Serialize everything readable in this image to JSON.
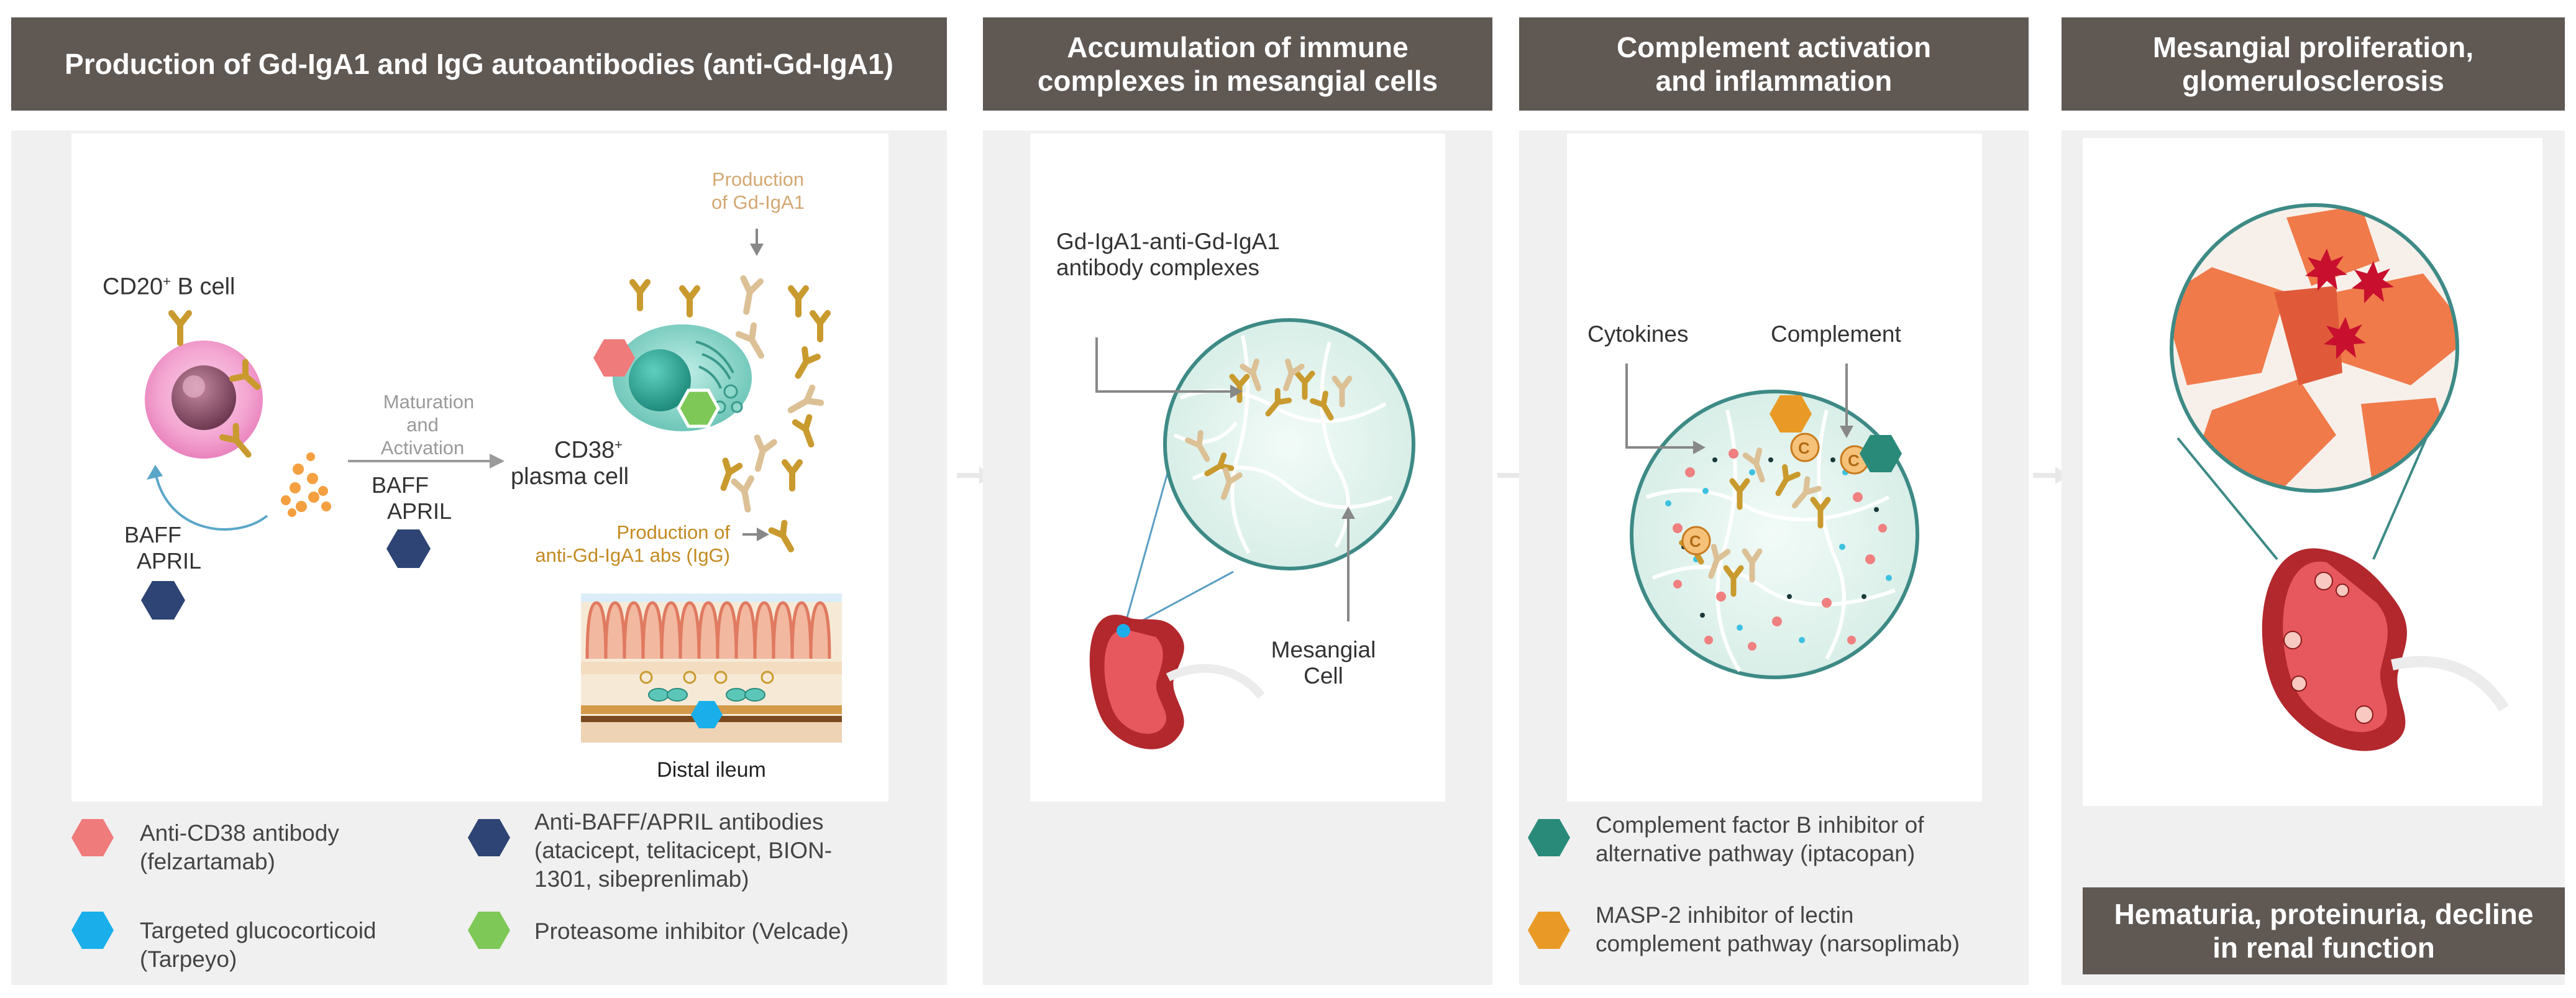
{
  "panels": [
    {
      "title": "Production of Gd-IgA1 and IgG autoantibodies (anti-Gd-IgA1)"
    },
    {
      "title_line1": "Accumulation of immune",
      "title_line2": "complexes in mesangial cells"
    },
    {
      "title_line1": "Complement activation",
      "title_line2": "and inflammation"
    },
    {
      "title_line1": "Mesangial proliferation,",
      "title_line2": "glomerulosclerosis"
    }
  ],
  "panel1": {
    "b_cell_label": "CD20",
    "b_cell_sup": "+",
    "b_cell_suffix": " B cell",
    "maturation_line1": "Maturation",
    "maturation_line2": "and Activation",
    "plasma_label_line1": "CD38",
    "plasma_sup": "+",
    "plasma_label_line2": "plasma cell",
    "baff_left_1": "BAFF",
    "april_left_1": "APRIL",
    "baff_left_2": "BAFF",
    "april_left_2": "APRIL",
    "prod_gd_line1": "Production",
    "prod_gd_line2": "of Gd-IgA1",
    "prod_abs_line1": "Production of",
    "prod_abs_line2": "anti-Gd-IgA1 abs (IgG)",
    "ileum_label": "Distal ileum"
  },
  "panel2": {
    "complex_line1": "Gd-IgA1-anti-Gd-IgA1",
    "complex_line2": "antibody complexes",
    "mesangial_line1": "Mesangial",
    "mesangial_line2": "Cell"
  },
  "panel3": {
    "cytokines": "Cytokines",
    "complement": "Complement",
    "c_letter": "C"
  },
  "panel4": {
    "footer_line1": "Hematuria, proteinuria, decline",
    "footer_line2": "in renal function"
  },
  "legend_left": [
    {
      "line1": "Anti-CD38 antibody",
      "line2": "(felzartamab)",
      "color": "#f07b7b"
    },
    {
      "line1": "Targeted glucocorticoid",
      "line2": "(Tarpeyo)",
      "color": "#1aafea"
    }
  ],
  "legend_mid": [
    {
      "line1": "Anti-BAFF/APRIL antibodies",
      "line2": "(atacicept, telitacicept, BION-",
      "line3": "1301, sibeprenlimab)",
      "color": "#2e4474"
    },
    {
      "line1": "Proteasome inhibitor (Velcade)",
      "color": "#7ec857"
    }
  ],
  "legend_right": [
    {
      "line1": "Complement factor B inhibitor of",
      "line2": "alternative pathway (iptacopan)",
      "color": "#2a8a7a"
    },
    {
      "line1": "MASP-2 inhibitor of lectin",
      "line2": "complement pathway (narsoplimab)",
      "color": "#e99a26"
    }
  ]
}
